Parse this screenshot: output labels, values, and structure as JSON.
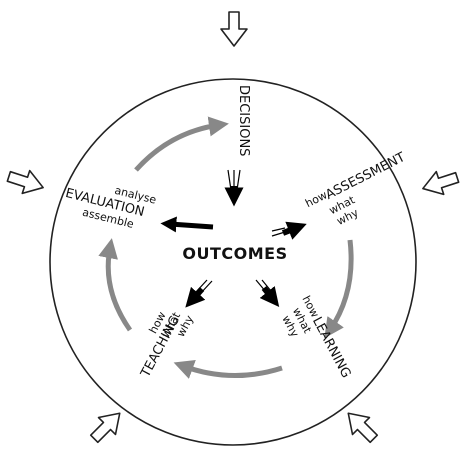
{
  "center": {
    "label": "OUTCOMES"
  },
  "decisions": {
    "label": "DECISIONS"
  },
  "assessment": {
    "label": "ASSESSMENT",
    "how": "how",
    "what": "what",
    "why": "why"
  },
  "learning": {
    "label": "LEARNING",
    "how": "how",
    "what": "what",
    "why": "why"
  },
  "teaching": {
    "label": "TEACHING",
    "how": "how",
    "what": "what",
    "why": "why"
  },
  "evaluation": {
    "label": "EVALUATION",
    "analyse": "analyse",
    "assemble": "assemble"
  },
  "colors": {
    "ring": "#222222",
    "cycle_arrow": "#888888",
    "radial_arrow": "#000000"
  },
  "outside_arrows": {
    "count": 5,
    "icon": "hollow-arrow-icon"
  }
}
